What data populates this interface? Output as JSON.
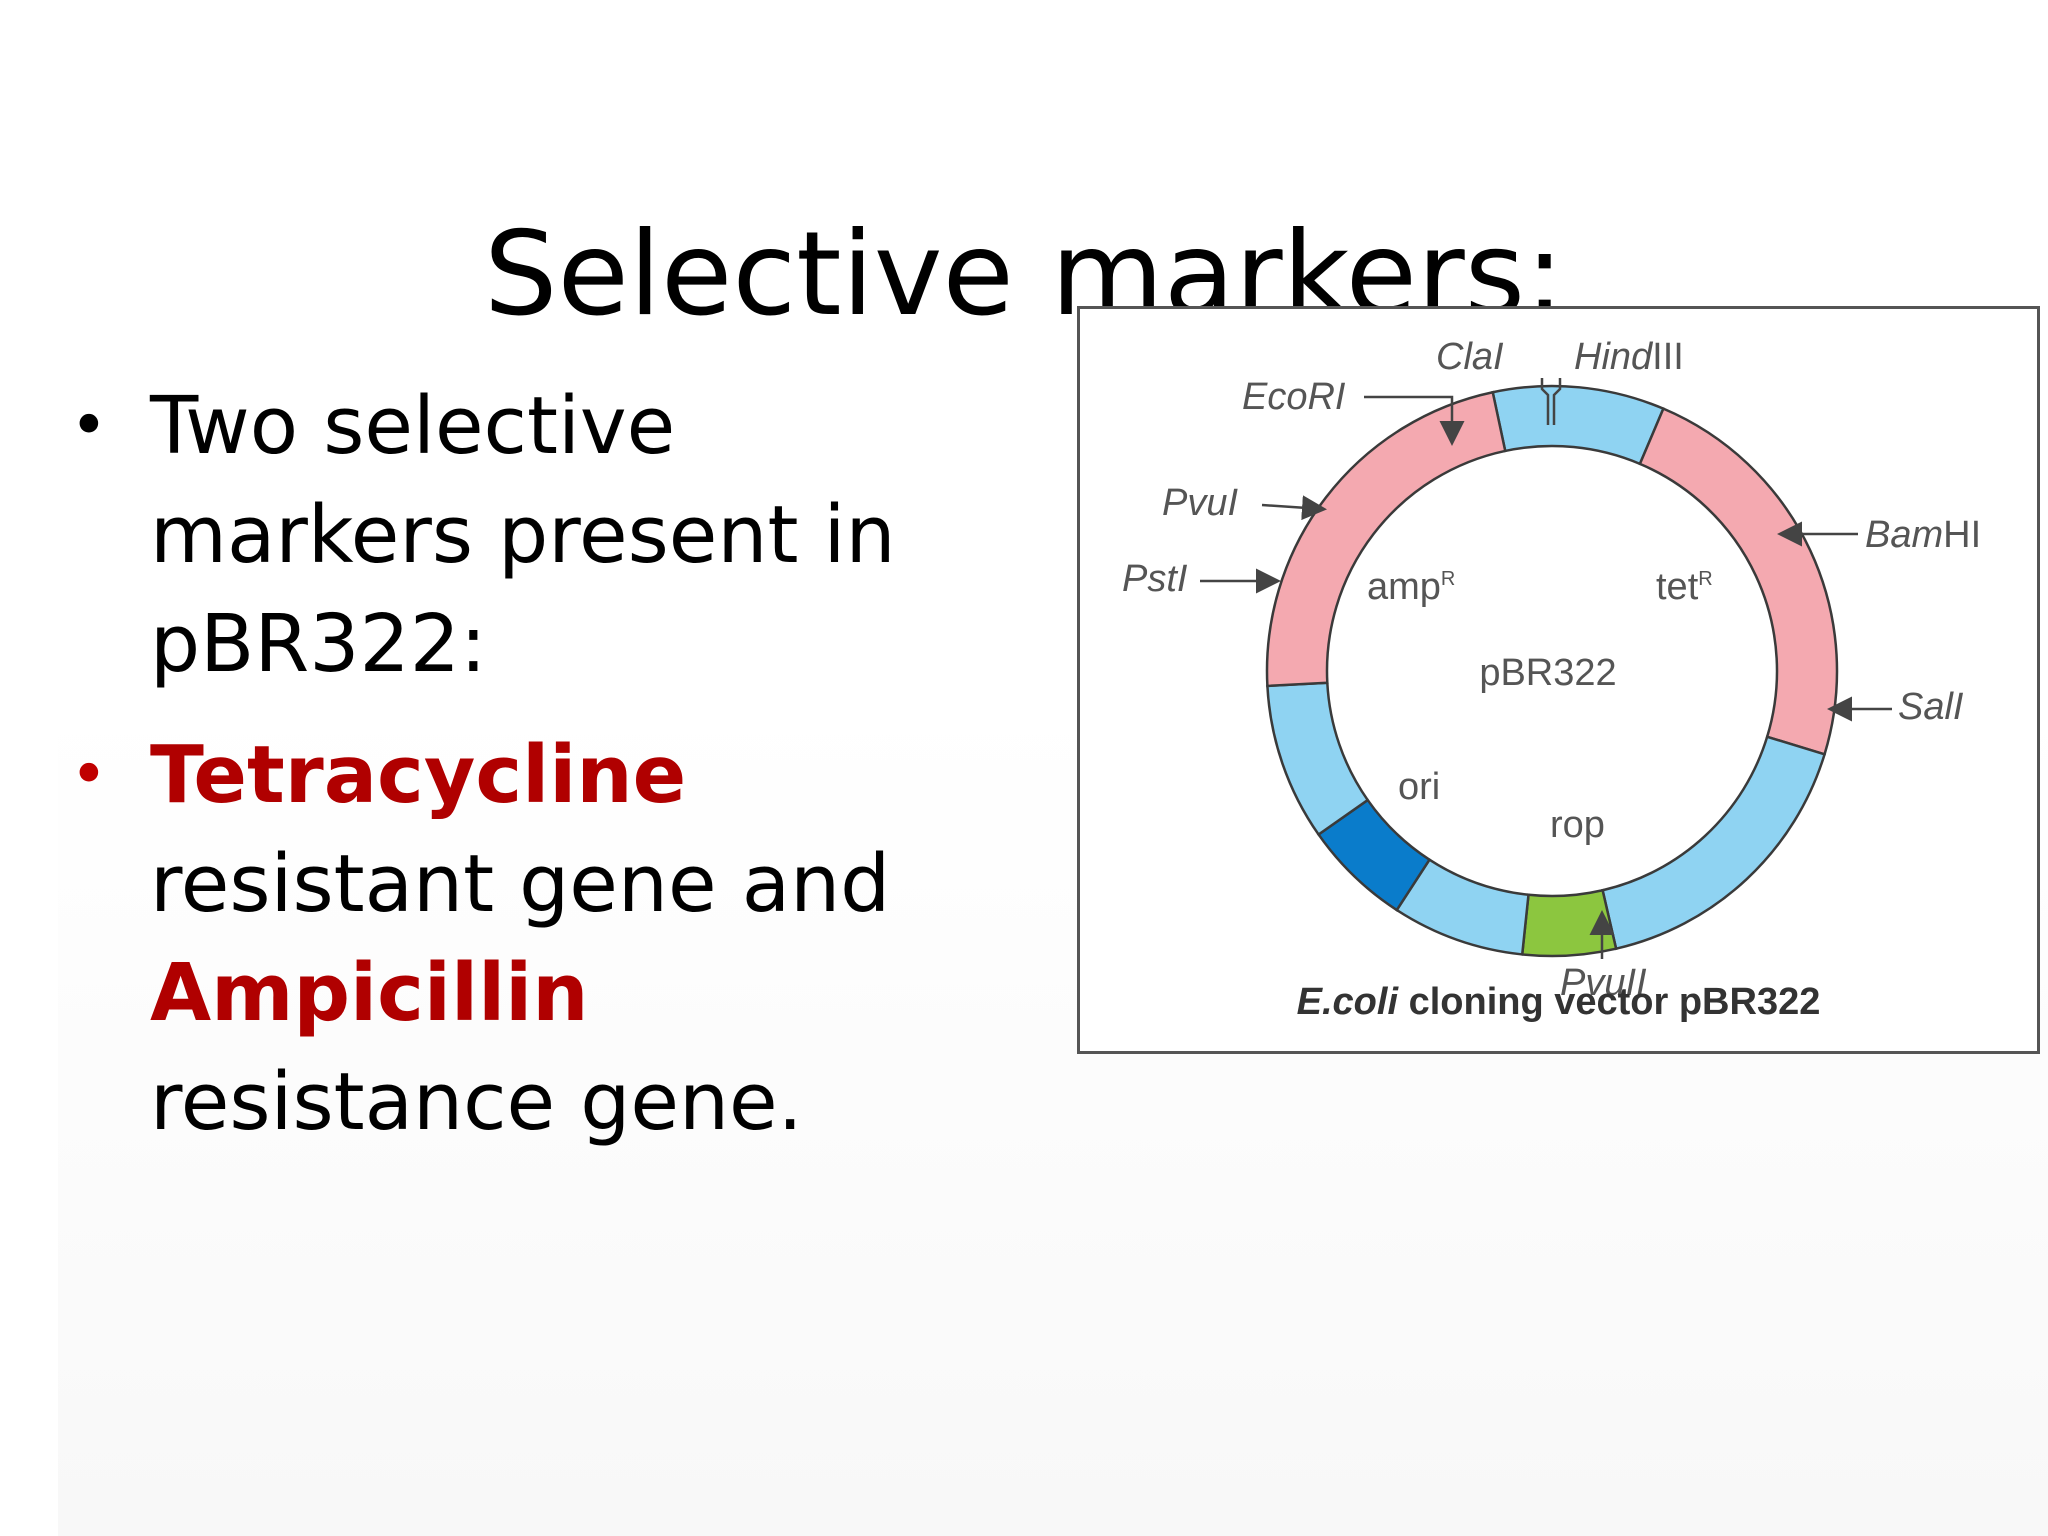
{
  "slide": {
    "title": "Selective markers:",
    "bullets": [
      {
        "text": "Two selective markers present in pBR322:"
      },
      {
        "part1": "Tetracycline",
        "part2": " resistant gene and  ",
        "part3": "Ampicillin",
        "part4": " resistance gene."
      }
    ],
    "bullet_symbol": "•"
  },
  "figure": {
    "center_label": "pBR322",
    "caption_italic": "E.coli",
    "caption_rest": " cloning vector pBR322",
    "region_labels": {
      "amp": "amp",
      "amp_sup": "R",
      "tet": "tet",
      "tet_sup": "R",
      "ori": "ori",
      "rop": "rop"
    },
    "sites": {
      "clai": "ClaI",
      "hind_italic": "Hind",
      "hind_rest": "III",
      "ecori": "EcoRI",
      "pvui": "PvuI",
      "psti": "PstI",
      "bamhi_italic": "Bam",
      "bamhi_rest": "HI",
      "sali": "SalI",
      "pvuii": "PvuII"
    },
    "colors": {
      "amp_tet": "#f4a9b0",
      "backbone": "#8fd3f2",
      "ori": "#0a7ccb",
      "rop": "#8cc63f",
      "highlight": "#b00000"
    }
  }
}
